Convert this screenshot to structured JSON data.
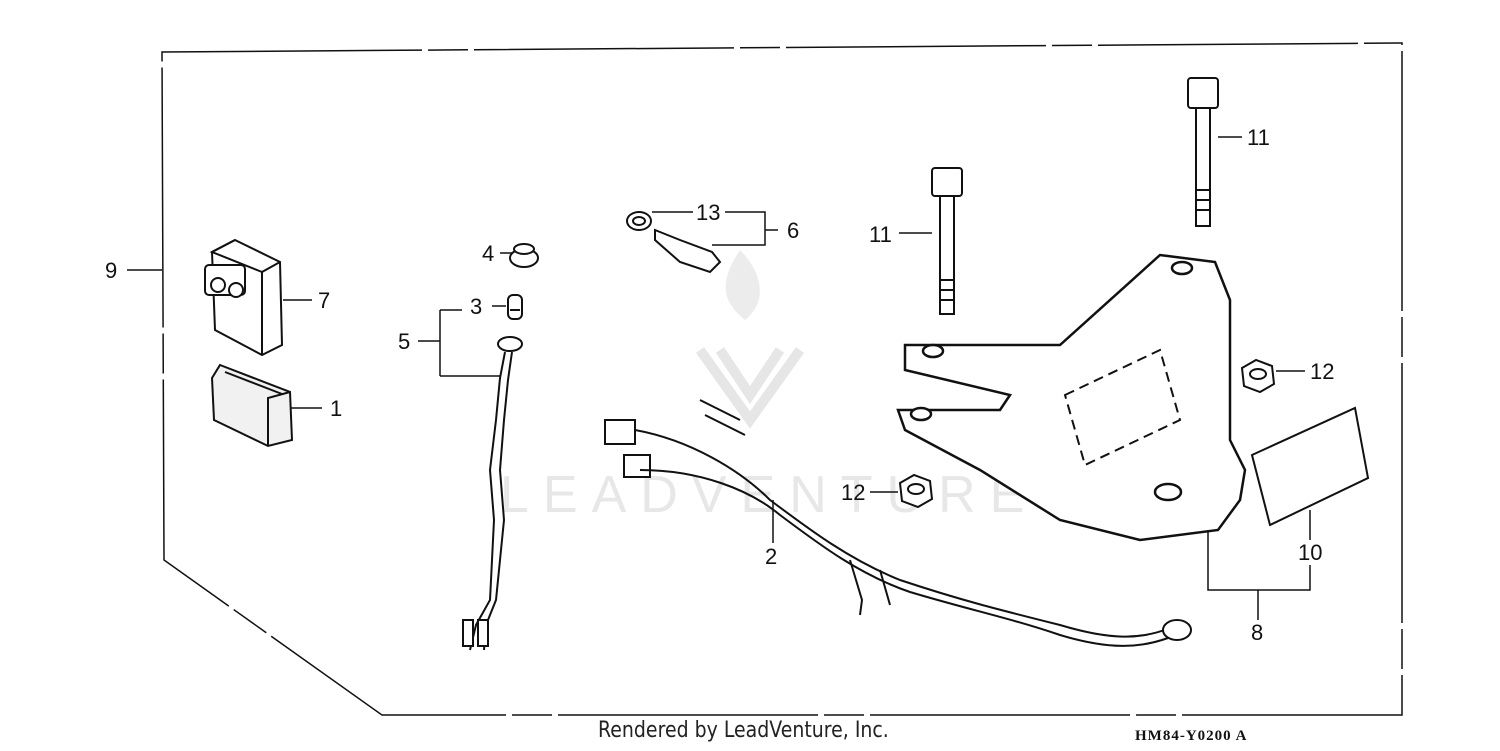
{
  "watermark": {
    "text": "LEADVENTURE"
  },
  "callouts": [
    {
      "id": "c1",
      "text": "1"
    },
    {
      "id": "c2",
      "text": "2"
    },
    {
      "id": "c3",
      "text": "3"
    },
    {
      "id": "c4",
      "text": "4"
    },
    {
      "id": "c5",
      "text": "5"
    },
    {
      "id": "c6",
      "text": "6"
    },
    {
      "id": "c7",
      "text": "7"
    },
    {
      "id": "c8",
      "text": "8"
    },
    {
      "id": "c9",
      "text": "9"
    },
    {
      "id": "c10",
      "text": "10"
    },
    {
      "id": "c11a",
      "text": "11"
    },
    {
      "id": "c11b",
      "text": "11"
    },
    {
      "id": "c12a",
      "text": "12"
    },
    {
      "id": "c12b",
      "text": "12"
    },
    {
      "id": "c13",
      "text": "13"
    }
  ],
  "footer": {
    "credit": "Rendered by LeadVenture, Inc.",
    "code": "HM84-Y0200  A"
  }
}
